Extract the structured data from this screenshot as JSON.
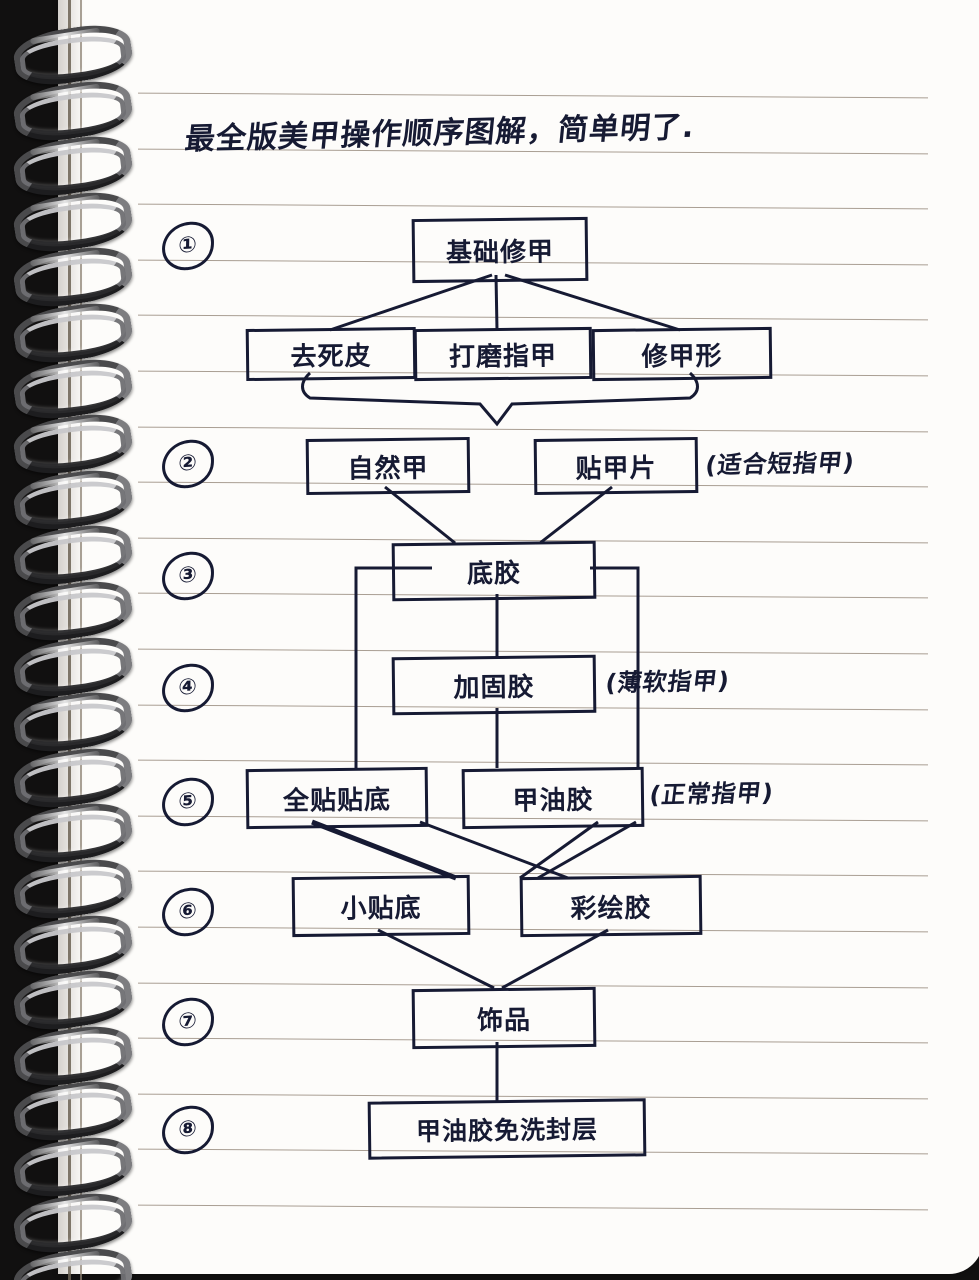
{
  "document": {
    "title": "最全版美甲操作顺序图解，简单明了.",
    "kind": "handwritten-notebook-flowchart",
    "ink_color": "#161a33",
    "paper_color": "#fdfcfa",
    "rule_color": "#9a8d80"
  },
  "steps": [
    {
      "number": "①",
      "label": "1"
    },
    {
      "number": "②",
      "label": "2"
    },
    {
      "number": "③",
      "label": "3"
    },
    {
      "number": "④",
      "label": "4"
    },
    {
      "number": "⑤",
      "label": "5"
    },
    {
      "number": "⑥",
      "label": "6"
    },
    {
      "number": "⑦",
      "label": "7"
    },
    {
      "number": "⑧",
      "label": "8"
    }
  ],
  "nodes": {
    "base_trim": "基础修甲",
    "remove_cuticle": "去死皮",
    "buff_nail": "打磨指甲",
    "shape_nail": "修甲形",
    "natural_nail": "自然甲",
    "tip_extension": "贴甲片",
    "base_gel": "底胶",
    "builder_gel": "加固胶",
    "full_wrap_base": "全贴贴底",
    "polish_gel": "甲油胶",
    "small_base": "小贴底",
    "paint_gel": "彩绘胶",
    "ornaments": "饰品",
    "top_coat": "甲油胶免洗封层"
  },
  "annotations": {
    "short_nails": "(适合短指甲)",
    "thin_soft_nails": "(薄软指甲)",
    "normal_nails": "(正常指甲)"
  }
}
